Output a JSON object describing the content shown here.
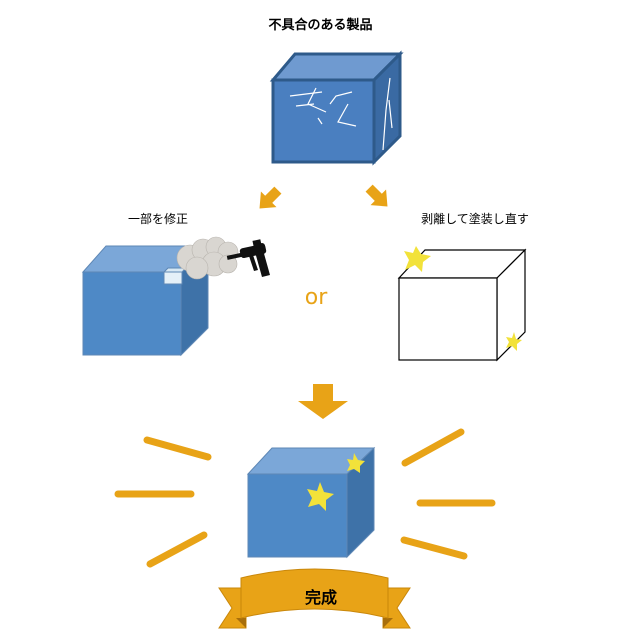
{
  "diagram": {
    "title": "不具合のある製品",
    "option_left": "一部を修正",
    "option_right": "剥離して塗装し直す",
    "connector": "or",
    "result": "完成"
  },
  "colors": {
    "arrow": "#E8A317",
    "cube_front": "#4E89C6",
    "cube_top": "#7BA7D8",
    "cube_side": "#3E72A8",
    "cube_edge": "#2E5A8A",
    "star": "#F2E23A",
    "spray_cloud": "#D9D6D1"
  },
  "icons": [
    "spray-gun-icon",
    "sparkle-icon",
    "arrow-down-icon"
  ]
}
